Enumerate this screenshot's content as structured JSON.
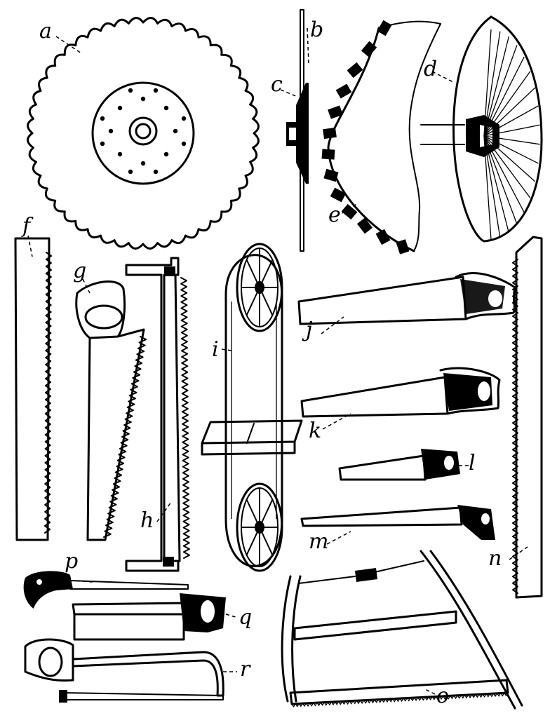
{
  "figure": {
    "labels": {
      "a": "a",
      "b": "b",
      "c": "c",
      "d": "d",
      "e": "e",
      "f": "f",
      "g": "g",
      "h": "h",
      "i": "i",
      "j": "j",
      "k": "k",
      "l": "l",
      "m": "m",
      "n": "n",
      "o": "o",
      "p": "p",
      "q": "q",
      "r": "r"
    }
  }
}
